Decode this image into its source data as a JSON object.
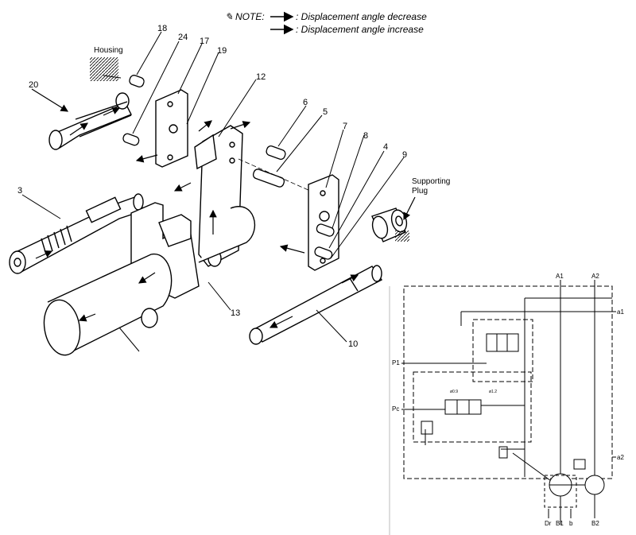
{
  "note": {
    "icon": "pencil-icon",
    "title": "NOTE:",
    "decrease": ": Displacement angle decrease",
    "increase": ": Displacement angle increase"
  },
  "callouts": [
    "18",
    "24",
    "17",
    "19",
    "20",
    "12",
    "6",
    "5",
    "7",
    "8",
    "4",
    "9",
    "3",
    "13",
    "10"
  ],
  "labels": {
    "housing": "Housing",
    "supporting_plug": "Supporting Plug"
  },
  "hydraulic": {
    "ports": [
      "A1",
      "A2",
      "a1",
      "P1",
      "Pc",
      "a2",
      "Dr",
      "B1",
      "b",
      "B2"
    ],
    "orifices": [
      "ø0.9",
      "ø1.2"
    ]
  }
}
